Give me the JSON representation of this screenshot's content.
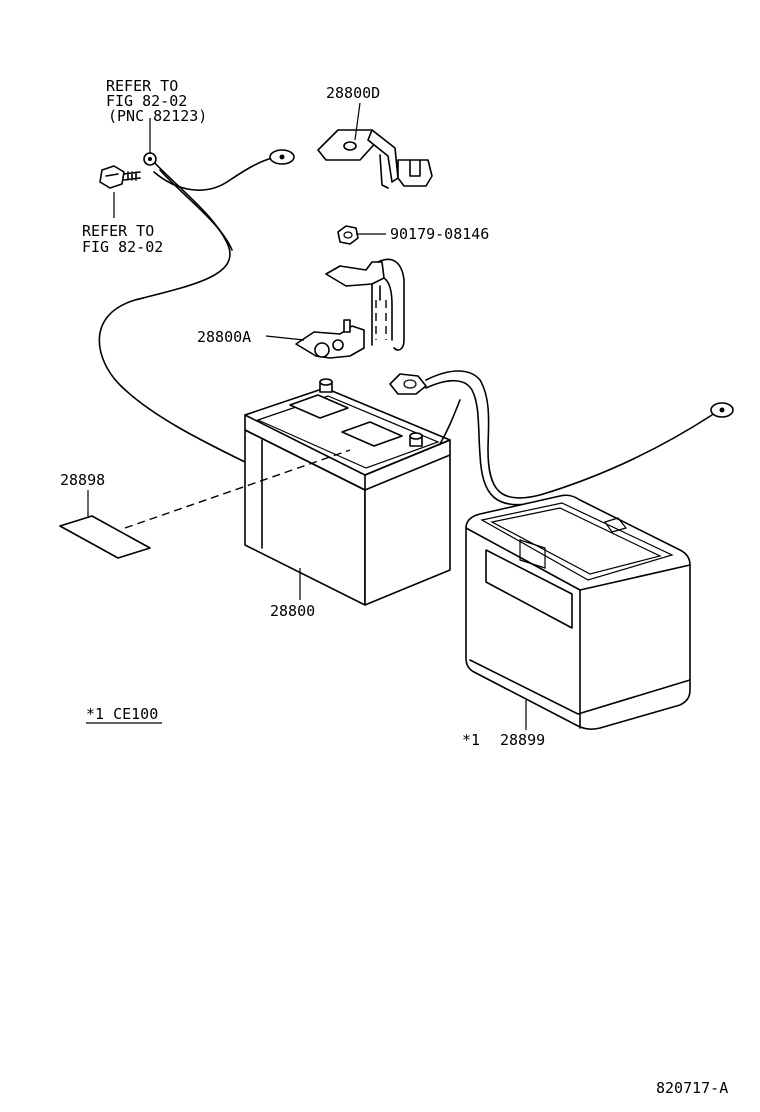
{
  "labels": {
    "refer_top_line1": "REFER TO",
    "refer_top_line2": "FIG 82-02",
    "refer_top_line3": "(PNC 82123)",
    "refer_bottom_line1": "REFER TO",
    "refer_bottom_line2": "FIG 82-02",
    "part_28800D": "28800D",
    "part_90179": "90179-08146",
    "part_28800A": "28800A",
    "part_28898": "28898",
    "part_28800": "28800",
    "part_28899": "28899",
    "footnote_marker": "*1",
    "footnote_legend": "*1 CE100",
    "figure_id": "820717-A"
  }
}
